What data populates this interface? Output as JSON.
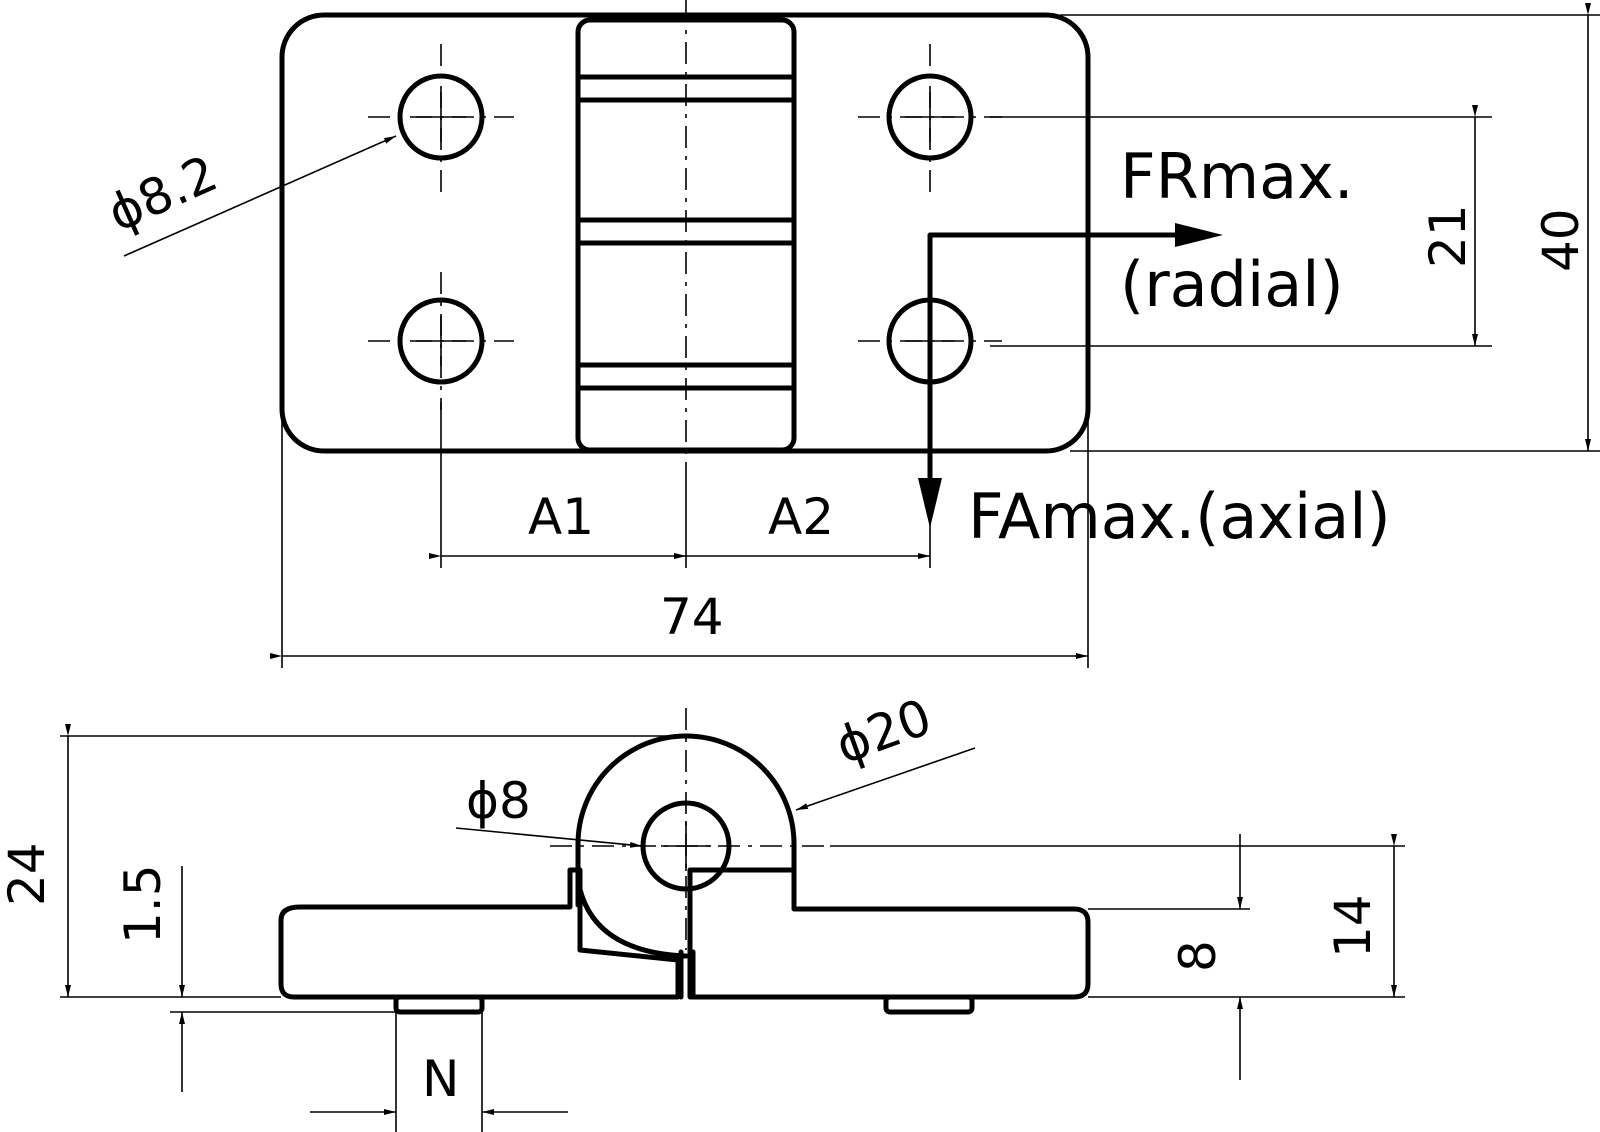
{
  "top_view": {
    "hole_dia": "ϕ8.2",
    "force_radial_line1": "FRmax.",
    "force_radial_line2": "(radial)",
    "force_axial": "FAmax.(axial)",
    "dim_hole_spacing": "21",
    "dim_height": "40",
    "dim_a1": "A1",
    "dim_a2": "A2",
    "dim_length": "74"
  },
  "side_view": {
    "knuckle_dia": "ϕ20",
    "pin_dia": "ϕ8",
    "dim_total_height": "24",
    "dim_plate_offset": "1.5",
    "dim_plate_thickness": "8",
    "dim_pin_height": "14",
    "dim_n": "N"
  }
}
